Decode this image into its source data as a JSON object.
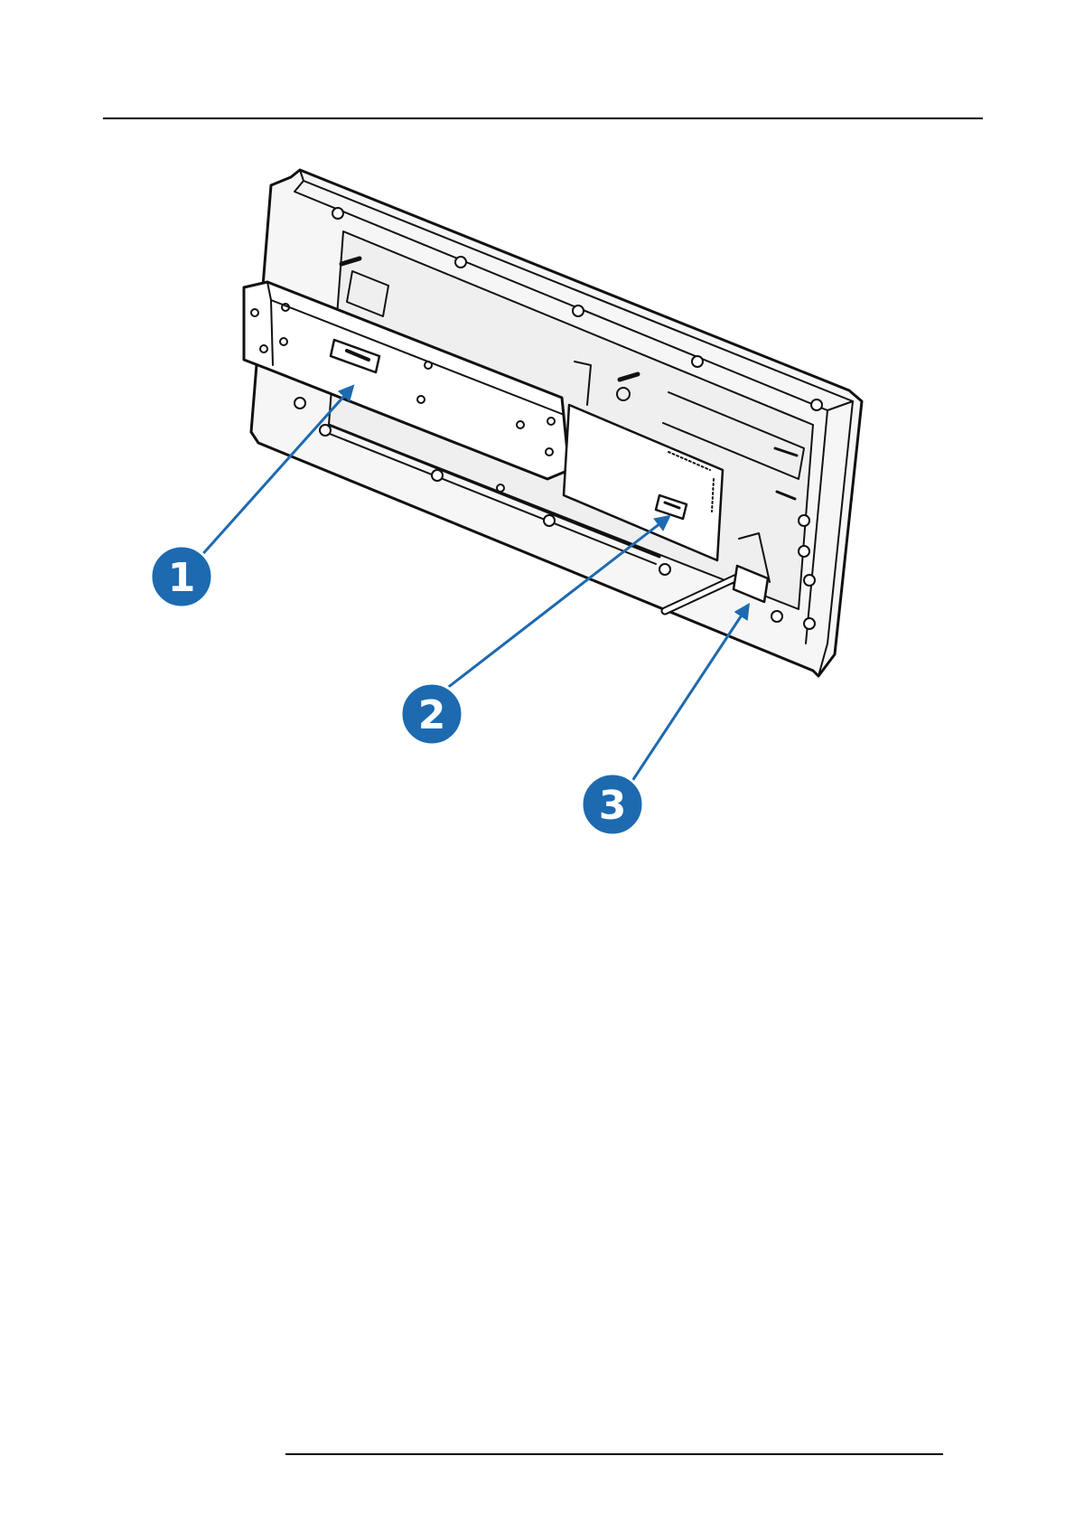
{
  "figure": {
    "callouts": [
      {
        "number": "1"
      },
      {
        "number": "2"
      },
      {
        "number": "3"
      }
    ],
    "colors": {
      "callout_fill": "#1d6ab0",
      "callout_stroke": "#ffffff",
      "arrow": "#1d6ab0",
      "line_art": "#111111",
      "panel_fill": "#f4f4f4"
    }
  }
}
